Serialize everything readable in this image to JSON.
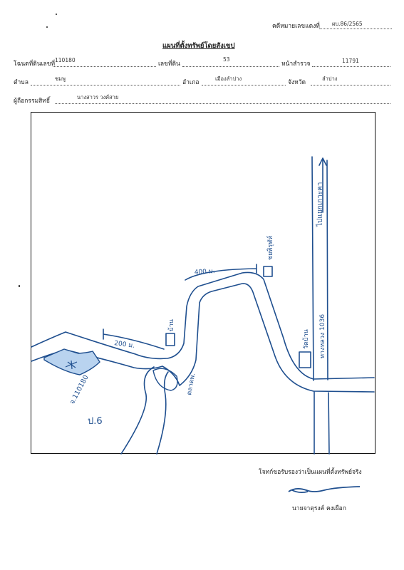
{
  "header": {
    "case_label": "คดีหมายเลขแดงที่",
    "case_number": "ผบ.86/2565",
    "title": "แผนที่ตั้งทรัพย์โดยสังเขป"
  },
  "fields": {
    "deed_label": "โฉนดที่ดินเลขที่",
    "deed_value": "110180",
    "land_no_label": "เลขที่ดิน",
    "land_no_value": "53",
    "survey_page_label": "หน้าสำรวจ",
    "survey_page_value": "11791",
    "subdistrict_label": "ตำบล",
    "subdistrict_value": "ชมพู",
    "district_label": "อำเภอ",
    "district_value": "เมืองลำปาง",
    "province_label": "จังหวัด",
    "province_value": "ลำปาง",
    "owner_label": "ผู้ถือกรรมสิทธิ์",
    "owner_value": "นางสาวร วงศ์สาย"
  },
  "map": {
    "highway_label": "ไปแยกเกาะคา",
    "highway_no": "ทางหลวง 1036",
    "dist_400": "400 ม.",
    "dist_200": "200 ม.",
    "landmark_bridge": "ชยพิรุฬห์",
    "landmark_house": "บ้าน",
    "landmark_temple": "วัดบ้าน",
    "landmark_market": "ตลาดพ.",
    "parcel_label": "จ.110180",
    "parcel_mark": "ป.6",
    "colors": {
      "ink": "#1f4f8f",
      "parcel_fill": "#b9d3ef"
    }
  },
  "footer": {
    "certify": "โจทก์ขอรับรองว่าเป็นแผนที่ตั้งทรัพย์จริง",
    "signer": "นายจาตุรงค์ คงเผือก"
  }
}
